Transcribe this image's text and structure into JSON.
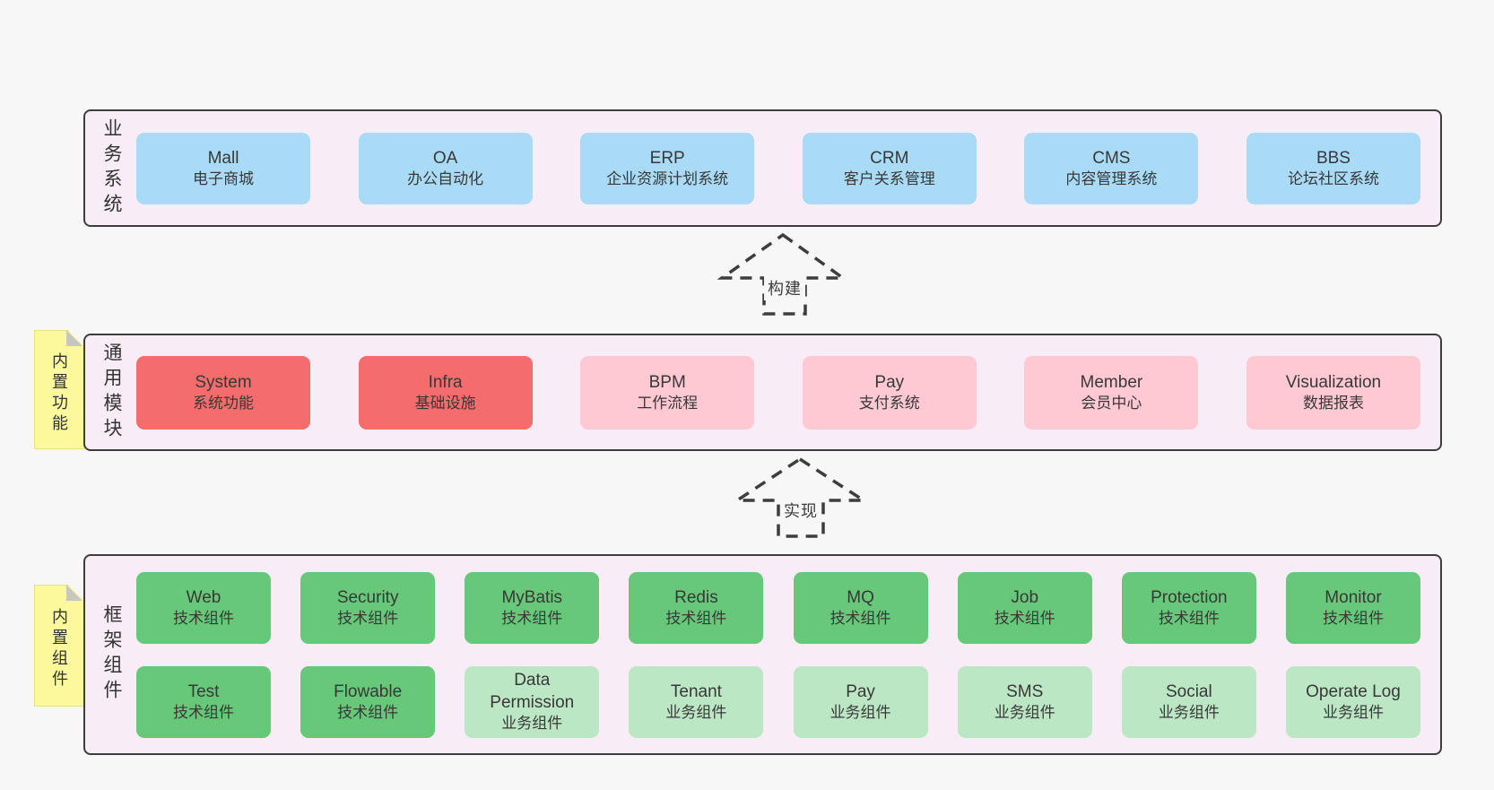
{
  "diagram": {
    "colors": {
      "page_bg": "#f7f7f7",
      "panel_bg": "#f8edf6",
      "outline": "#3d3d3d",
      "blue": "#a9dbf7",
      "red": "#f56c6c",
      "pink": "#fec9d2",
      "green": "#66c878",
      "green_light": "#bce7c4",
      "sticky_yellow": "#fbf99b"
    },
    "arrows": [
      {
        "label": "构建"
      },
      {
        "label": "实现"
      }
    ],
    "sections": [
      {
        "id": "business",
        "side_label": "业务系统",
        "rows": [
          [
            {
              "title": "Mall",
              "subtitle": "电子商城",
              "variant": "blue"
            },
            {
              "title": "OA",
              "subtitle": "办公自动化",
              "variant": "blue"
            },
            {
              "title": "ERP",
              "subtitle": "企业资源计划系统",
              "variant": "blue"
            },
            {
              "title": "CRM",
              "subtitle": "客户关系管理",
              "variant": "blue"
            },
            {
              "title": "CMS",
              "subtitle": "内容管理系统",
              "variant": "blue"
            },
            {
              "title": "BBS",
              "subtitle": "论坛社区系统",
              "variant": "blue"
            }
          ]
        ]
      },
      {
        "id": "modules",
        "side_label": "通用模块",
        "sticky_label": "内置功能",
        "rows": [
          [
            {
              "title": "System",
              "subtitle": "系统功能",
              "variant": "red"
            },
            {
              "title": "Infra",
              "subtitle": "基础设施",
              "variant": "red"
            },
            {
              "title": "BPM",
              "subtitle": "工作流程",
              "variant": "pink"
            },
            {
              "title": "Pay",
              "subtitle": "支付系统",
              "variant": "pink"
            },
            {
              "title": "Member",
              "subtitle": "会员中心",
              "variant": "pink"
            },
            {
              "title": "Visualization",
              "subtitle": "数据报表",
              "variant": "pink"
            }
          ]
        ]
      },
      {
        "id": "components",
        "side_label": "框架组件",
        "sticky_label": "内置组件",
        "rows": [
          [
            {
              "title": "Web",
              "subtitle": "技术组件",
              "variant": "green"
            },
            {
              "title": "Security",
              "subtitle": "技术组件",
              "variant": "green"
            },
            {
              "title": "MyBatis",
              "subtitle": "技术组件",
              "variant": "green"
            },
            {
              "title": "Redis",
              "subtitle": "技术组件",
              "variant": "green"
            },
            {
              "title": "MQ",
              "subtitle": "技术组件",
              "variant": "green"
            },
            {
              "title": "Job",
              "subtitle": "技术组件",
              "variant": "green"
            },
            {
              "title": "Protection",
              "subtitle": "技术组件",
              "variant": "green"
            },
            {
              "title": "Monitor",
              "subtitle": "技术组件",
              "variant": "green"
            }
          ],
          [
            {
              "title": "Test",
              "subtitle": "技术组件",
              "variant": "green"
            },
            {
              "title": "Flowable",
              "subtitle": "技术组件",
              "variant": "green"
            },
            {
              "title": "Data Permission",
              "subtitle": "业务组件",
              "variant": "green-light"
            },
            {
              "title": "Tenant",
              "subtitle": "业务组件",
              "variant": "green-light"
            },
            {
              "title": "Pay",
              "subtitle": "业务组件",
              "variant": "green-light"
            },
            {
              "title": "SMS",
              "subtitle": "业务组件",
              "variant": "green-light"
            },
            {
              "title": "Social",
              "subtitle": "业务组件",
              "variant": "green-light"
            },
            {
              "title": "Operate Log",
              "subtitle": "业务组件",
              "variant": "green-light"
            }
          ]
        ]
      }
    ]
  }
}
